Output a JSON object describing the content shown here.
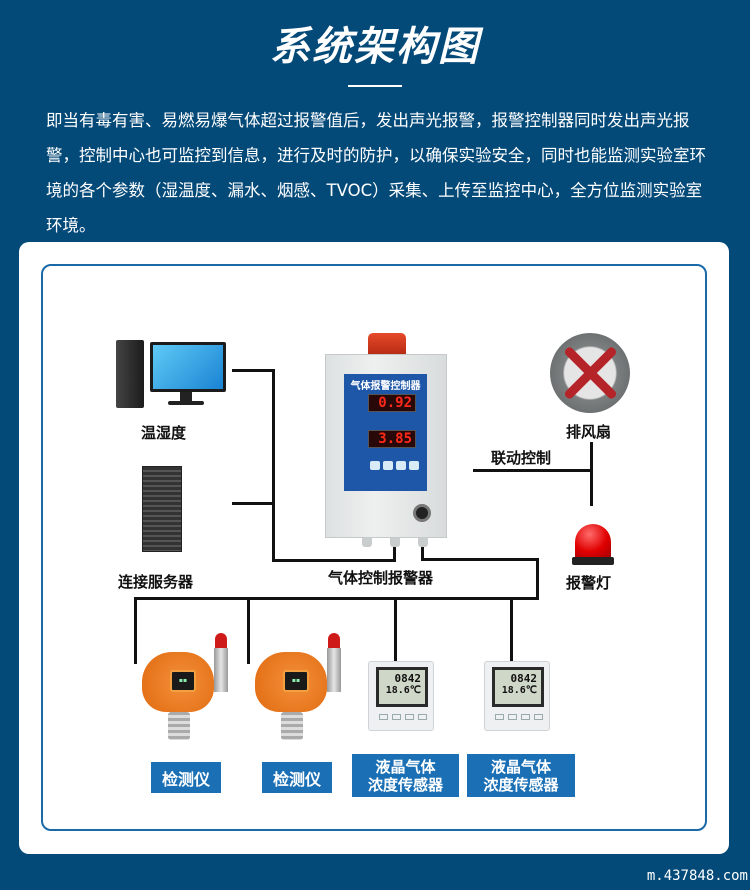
{
  "header": {
    "title": "系统架构图",
    "intro": "即当有毒有害、易燃易爆气体超过报警值后，发出声光报警，报警控制器同时发出声光报警，控制中心也可监控到信息，进行及时的防护，以确保实验安全，同时也能监测实验室环境的各个参数（湿温度、漏水、烟感、TVOC）采集、上传至监控中心，全方位监测实验室环境。"
  },
  "diagram": {
    "computer_label": "温湿度",
    "server_label": "连接服务器",
    "controller": {
      "label": "气体控制报警器",
      "panel_title": "气体报警控制器",
      "display_1": "0.92",
      "display_2": "3.85"
    },
    "fan_label": "排风扇",
    "linkage_label": "联动控制",
    "alarm_lamp_label": "报警灯",
    "detectors": [
      {
        "label": "检测仪"
      },
      {
        "label": "检测仪"
      }
    ],
    "lcd_sensors": [
      {
        "label_line1": "液晶气体",
        "label_line2": "浓度传感器",
        "reading_1": "0842",
        "reading_2": "18.6℃"
      },
      {
        "label_line1": "液晶气体",
        "label_line2": "浓度传感器",
        "reading_1": "0842",
        "reading_2": "18.6℃"
      }
    ]
  },
  "colors": {
    "background": "#044a79",
    "frame_border": "#1a6aaa",
    "tag_blue": "#1a6fb5"
  },
  "watermark": "m.437848.com"
}
